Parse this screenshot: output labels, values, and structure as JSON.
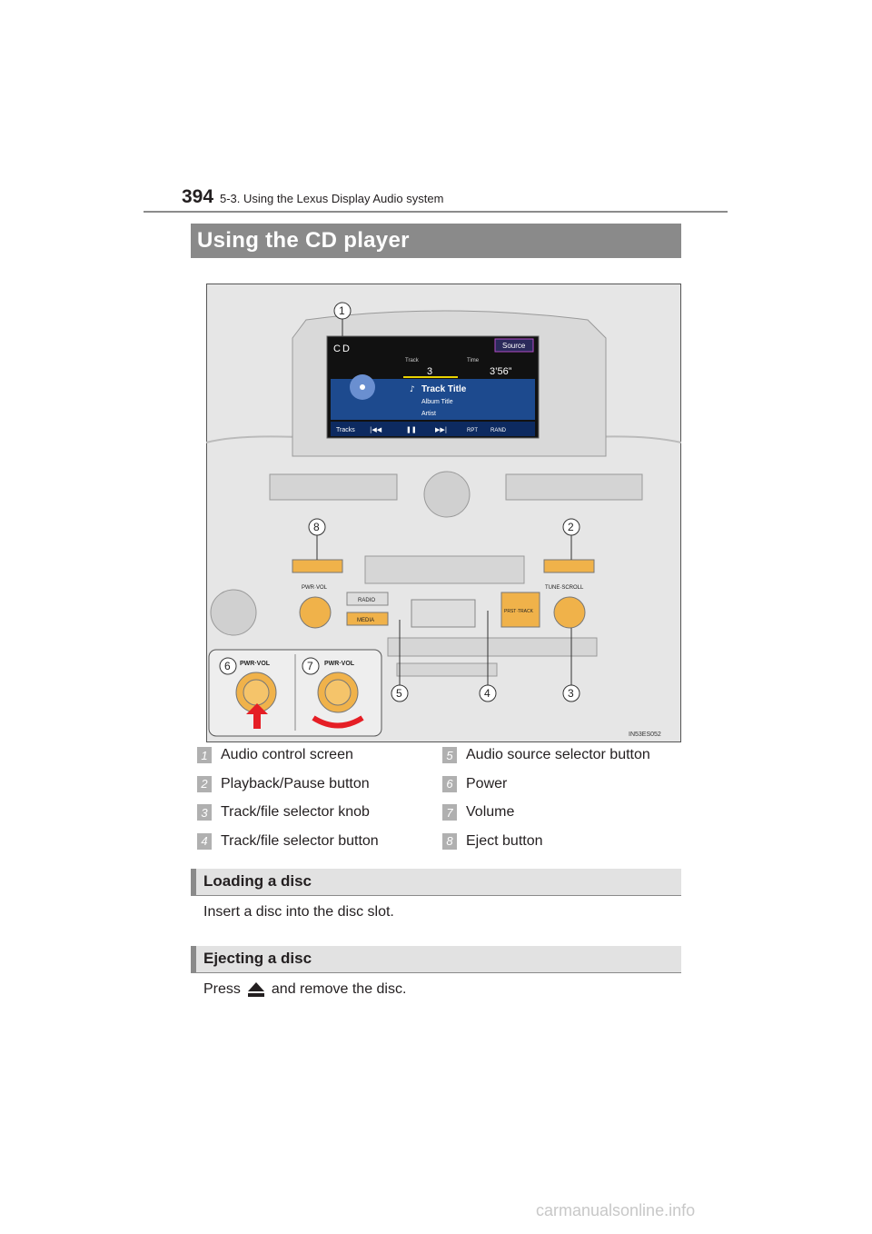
{
  "header": {
    "page_number": "394",
    "section": "5-3. Using the Lexus Display Audio system"
  },
  "title": "Using the CD player",
  "figure": {
    "screen": {
      "source_label": "CD",
      "source_button": "Source",
      "track_label": "Track",
      "time_label": "Time",
      "track_number": "3",
      "time_value": "3’56”",
      "track_title": "Track Title",
      "album_title": "Album Title",
      "artist": "Artist",
      "tracks_button": "Tracks",
      "rpt_button": "RPT",
      "rand_button": "RAND"
    },
    "panel": {
      "pwr_vol": "PWR·VOL",
      "tune_scroll": "TUNE·SCROLL",
      "radio": "RADIO",
      "media": "MEDIA",
      "prst_track": "PRST·TRACK",
      "inset_left": "PWR·VOL",
      "inset_right": "PWR·VOL"
    },
    "callouts": [
      "1",
      "2",
      "3",
      "4",
      "5",
      "6",
      "7",
      "8"
    ],
    "image_code": "IN53ES052"
  },
  "legend": [
    {
      "num": "1",
      "label": "Audio control screen"
    },
    {
      "num": "2",
      "label": "Playback/Pause button"
    },
    {
      "num": "3",
      "label": "Track/file selector knob"
    },
    {
      "num": "4",
      "label": "Track/file selector button"
    },
    {
      "num": "5",
      "label": "Audio source selector button"
    },
    {
      "num": "6",
      "label": "Power"
    },
    {
      "num": "7",
      "label": "Volume"
    },
    {
      "num": "8",
      "label": "Eject button"
    }
  ],
  "loading": {
    "heading": "Loading a disc",
    "text": "Insert a disc into the disc slot."
  },
  "ejecting": {
    "heading": "Ejecting a disc",
    "text_before": "Press",
    "text_after": "and remove the disc."
  },
  "footer": "carmanualsonline.info"
}
